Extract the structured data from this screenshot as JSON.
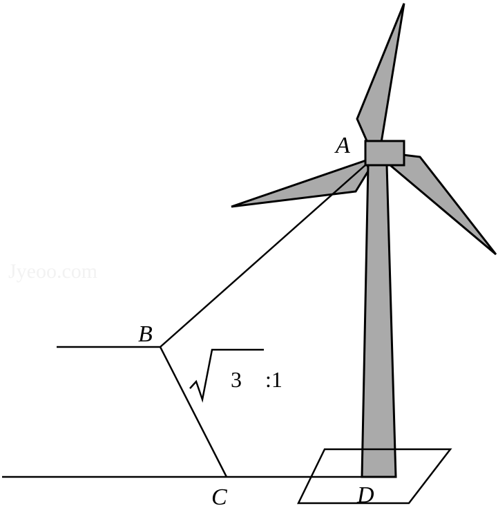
{
  "labels": {
    "A": "A",
    "B": "B",
    "C": "C",
    "D": "D"
  },
  "slope": {
    "radicand": "3",
    "ratio_suffix": ":1"
  },
  "watermark": "Jyeoo.com",
  "colors": {
    "fill": "#aaaaaa",
    "stroke": "#000000"
  }
}
